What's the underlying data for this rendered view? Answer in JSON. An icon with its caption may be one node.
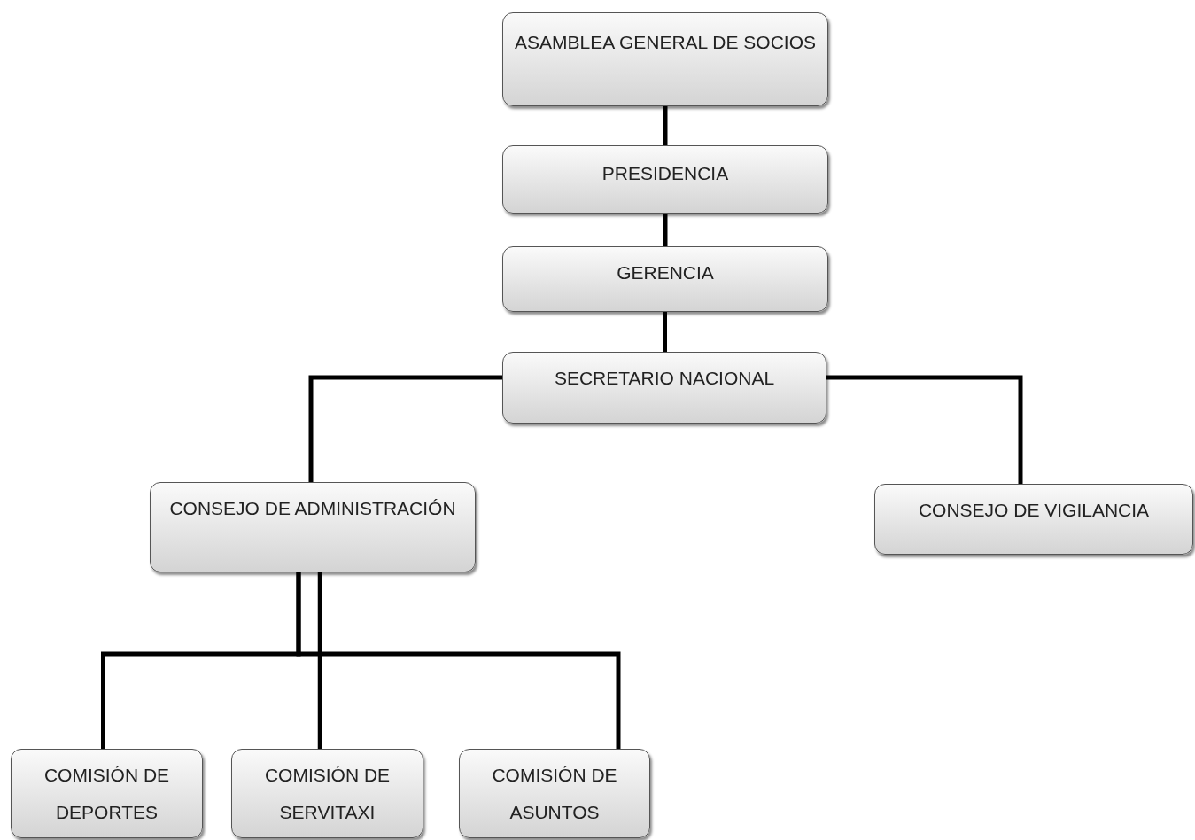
{
  "diagram": {
    "nodes": [
      {
        "text": [
          "ASAMBLEA GENERAL DE SOCIOS"
        ]
      },
      {
        "text": [
          "PRESIDENCIA"
        ]
      },
      {
        "text": [
          "GERENCIA"
        ]
      },
      {
        "text": [
          "SECRETARIO NACIONAL"
        ]
      },
      {
        "text": [
          "CONSEJO DE ADMINISTRACIÓN"
        ]
      },
      {
        "text": [
          "CONSEJO DE VIGILANCIA"
        ]
      },
      {
        "text": [
          "COMISIÓN DE DEPORTES"
        ]
      },
      {
        "text": [
          "COMISIÓN DE SERVITAXI"
        ]
      },
      {
        "text": [
          "COMISIÓN DE ASUNTOS"
        ]
      }
    ],
    "edges": [
      {
        "from": 0,
        "to": 1,
        "arrow": "none"
      },
      {
        "from": 1,
        "to": 2,
        "arrow": "none"
      },
      {
        "from": 2,
        "to": 3,
        "arrow": "none"
      },
      {
        "from": 3,
        "to": 4,
        "arrow": "none"
      },
      {
        "from": 3,
        "to": 5,
        "arrow": "none"
      },
      {
        "from": 4,
        "to": 6,
        "arrow": "none"
      },
      {
        "from": 4,
        "to": 7,
        "arrow": "none"
      },
      {
        "from": 4,
        "to": 8,
        "arrow": "none"
      }
    ]
  }
}
